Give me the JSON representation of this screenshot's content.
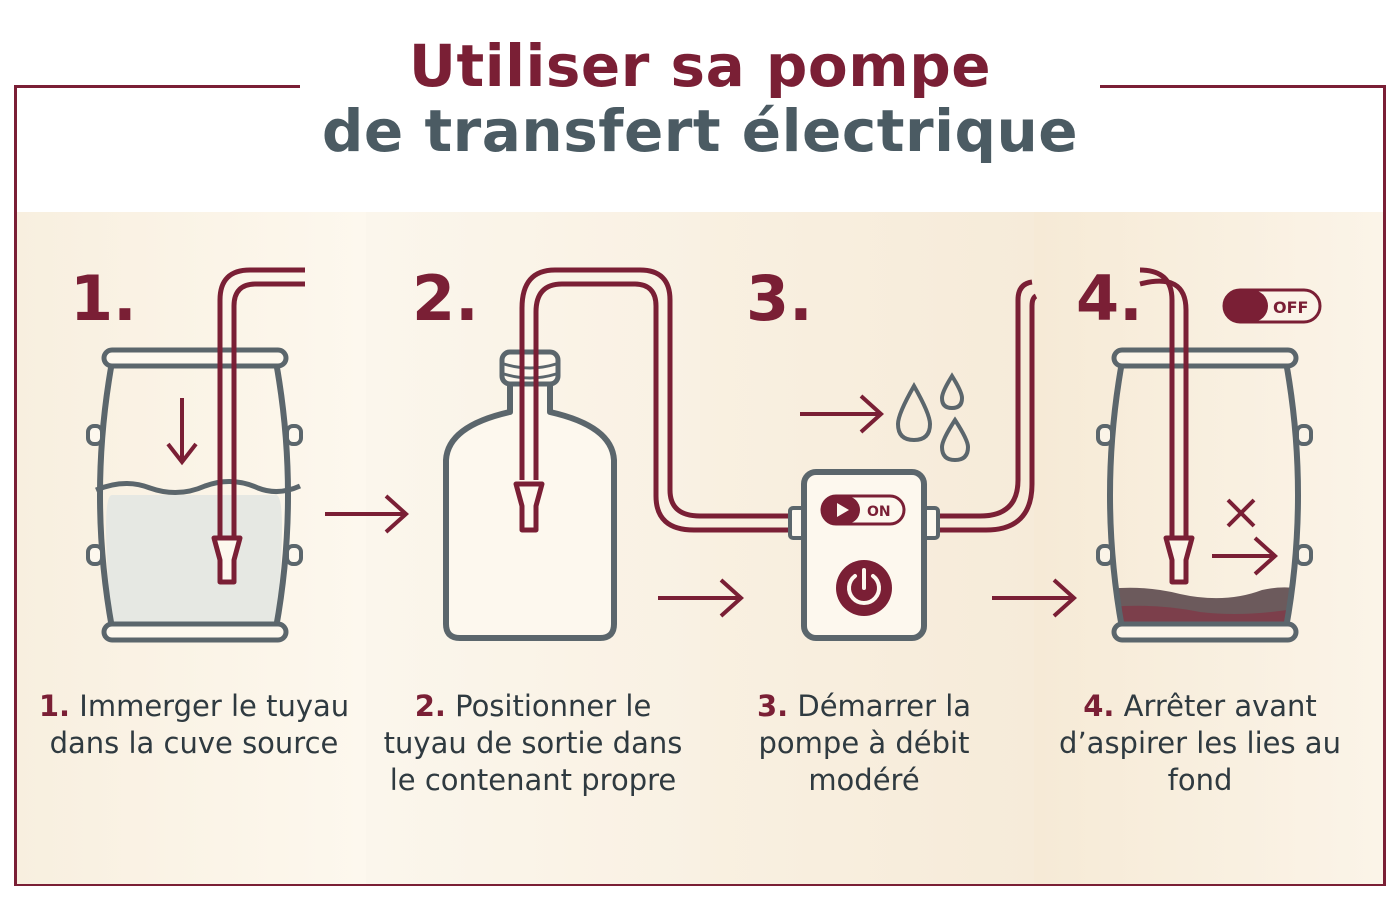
{
  "title": {
    "line1": "Utiliser sa pompe",
    "line2": "de transfert électrique"
  },
  "steps": [
    {
      "number": "1.",
      "caption_number": "1.",
      "caption": "Immerger le tuyau dans la cuve source",
      "icon": "barrel-with-hose-icon"
    },
    {
      "number": "2.",
      "caption_number": "2.",
      "caption": "Positionner le tuyau de sortie dans le contenant propre",
      "icon": "bottle-with-hose-icon"
    },
    {
      "number": "3.",
      "caption_number": "3.",
      "caption": "Démarrer la pompe à débit modéré",
      "icon": "electric-pump-icon"
    },
    {
      "number": "4.",
      "caption_number": "4.",
      "caption": "Arrêter avant d’aspirer les lies au fond",
      "icon": "barrel-with-lees-icon"
    }
  ],
  "pump": {
    "switch_label": "ON"
  },
  "stop_switch": {
    "label": "OFF"
  },
  "colors": {
    "accent": "#7a1f35",
    "line": "#5b666c",
    "wine": "#8a2a3e",
    "background": "#f8efdf"
  }
}
